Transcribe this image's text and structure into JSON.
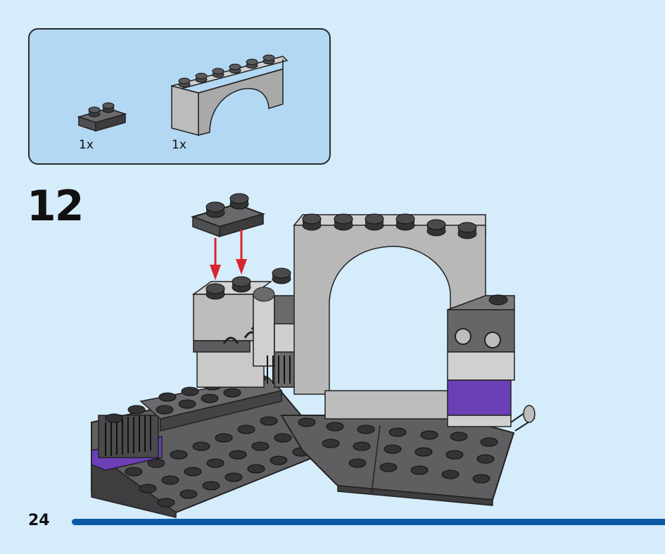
{
  "parts": [
    {
      "name": "plate-1x2-dark-grey",
      "qty": "1x"
    },
    {
      "name": "arch-1x6-light-grey",
      "qty": "1x"
    }
  ],
  "step": {
    "number": "12"
  },
  "page": {
    "number": "24"
  },
  "colors": {
    "background": "#d5ecfb",
    "parts_box": "#b3d8f3",
    "dark_grey": "#5e5e60",
    "light_grey": "#b8b8b8",
    "purple": "#6b3fb5",
    "arrow": "#d8262c",
    "footer_bar": "#0b5aa6"
  }
}
